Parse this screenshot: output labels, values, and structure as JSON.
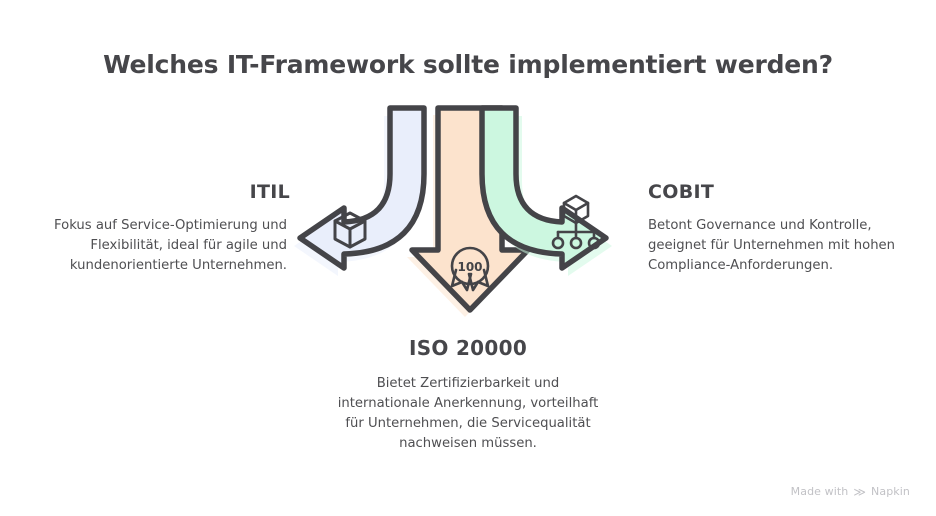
{
  "title": "Welches IT-Framework sollte implementiert werden?",
  "background_color": "#ffffff",
  "stroke_color": "#444448",
  "text_color": "#46464a",
  "branches": [
    {
      "id": "itil",
      "heading": "ITIL",
      "description": "Fokus auf Service-Optimierung und Flexibilität, ideal für agile und kundenorientierte Unternehmen.",
      "direction": "left",
      "fill_color": "#e9eefb",
      "icon": "cube-icon"
    },
    {
      "id": "iso20000",
      "heading": "ISO 20000",
      "description": "Bietet Zertifizierbarkeit und internationale Anerkennung, vorteilhaft für Unternehmen, die Servicequalität nachweisen müssen.",
      "direction": "down",
      "fill_color": "#fce3cd",
      "icon": "award-ribbon-100-icon",
      "icon_label": "100"
    },
    {
      "id": "cobit",
      "heading": "COBIT",
      "description": "Betont Governance und Kontrolle, geeignet für Unternehmen mit hohen Compliance-Anforderungen.",
      "direction": "right",
      "fill_color": "#ccf7e0",
      "icon": "hierarchy-icon"
    }
  ],
  "watermark": {
    "prefix": "Made with",
    "brand": "Napkin",
    "logo": "napkin-logo-icon"
  }
}
